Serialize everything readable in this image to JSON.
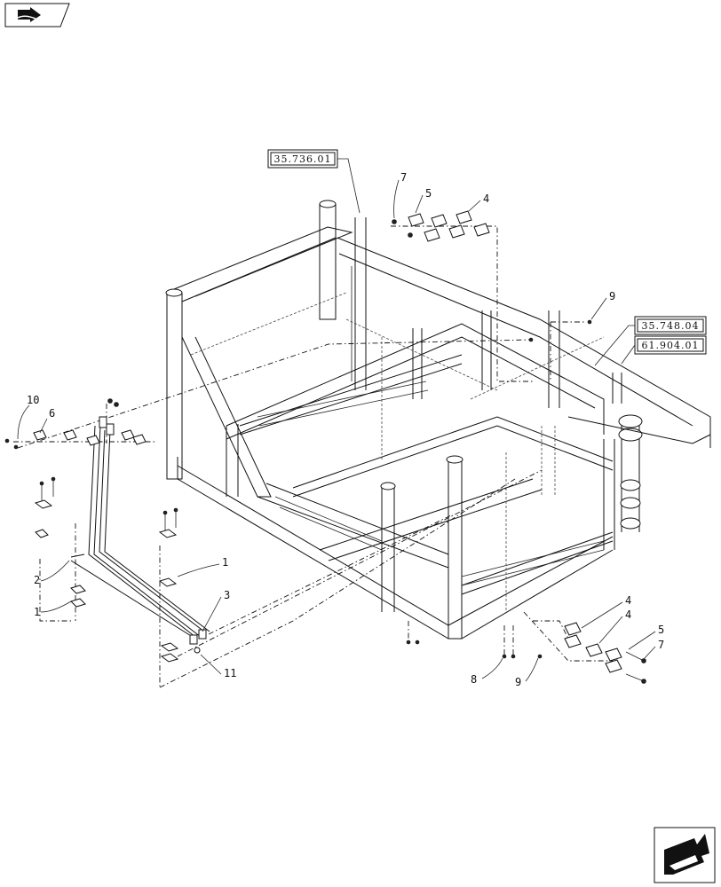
{
  "references": [
    "35.736.01",
    "35.748.04",
    "61.904.01"
  ],
  "callouts": [
    "1",
    "1",
    "2",
    "3",
    "4",
    "4",
    "4",
    "5",
    "5",
    "6",
    "7",
    "7",
    "8",
    "9",
    "9",
    "10",
    "11"
  ],
  "icons": {
    "top_left": "book-arrow-icon",
    "bottom_right": "next-page-arrow-icon"
  }
}
